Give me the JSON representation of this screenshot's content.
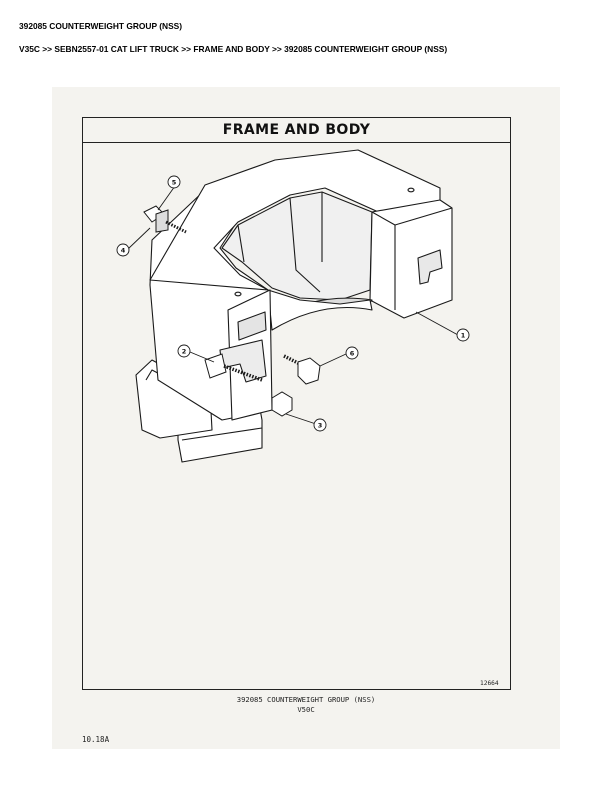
{
  "header": {
    "title": "392085 COUNTERWEIGHT GROUP (NSS)",
    "breadcrumb": "V35C >> SEBN2557-01 CAT LIFT TRUCK >> FRAME AND BODY >> 392085 COUNTERWEIGHT GROUP (NSS)"
  },
  "figure": {
    "heading": "FRAME AND BODY",
    "sheet_number": "12664",
    "caption_line1": "392085 COUNTERWEIGHT GROUP (NSS)",
    "caption_line2": "V50C",
    "callouts": [
      "1",
      "2",
      "3",
      "4",
      "5",
      "6"
    ]
  },
  "page_number": "10.18A"
}
